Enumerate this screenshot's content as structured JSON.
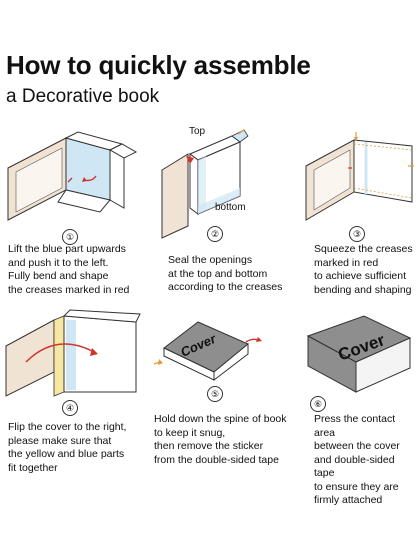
{
  "header": {
    "title": "How to quickly assemble",
    "subtitle": "a Decorative book"
  },
  "steps": [
    {
      "number": "①",
      "caption": "Lift the blue part upwards\nand push it to the left.\nFully bend and shape\nthe creases marked in red"
    },
    {
      "number": "②",
      "caption": "Seal the openings\nat the top and bottom\naccording to the creases",
      "label_top": "Top",
      "label_bottom": "bottom"
    },
    {
      "number": "③",
      "caption": "Squeeze the creases\nmarked in red\nto achieve sufficient\nbending and shaping"
    },
    {
      "number": "④",
      "caption": "Flip the cover to the right,\nplease make sure that\nthe yellow and blue parts\nfit together"
    },
    {
      "number": "⑤",
      "caption": "Hold down the spine of book\nto keep it snug,\nthen remove the sticker\nfrom the double-sided tape",
      "cover_text": "Cover"
    },
    {
      "number": "⑥",
      "caption": "Press the contact area\nbetween the cover\nand double-sided tape\nto ensure they are\nfirmly attached",
      "cover_text": "Cover"
    }
  ],
  "colors": {
    "blue": "#cfe6f4",
    "tan": "#f1e3d3",
    "yellow": "#f6e7a3",
    "red": "#d0342c",
    "orange": "#e39b3c",
    "grey": "#9a9a9a"
  }
}
